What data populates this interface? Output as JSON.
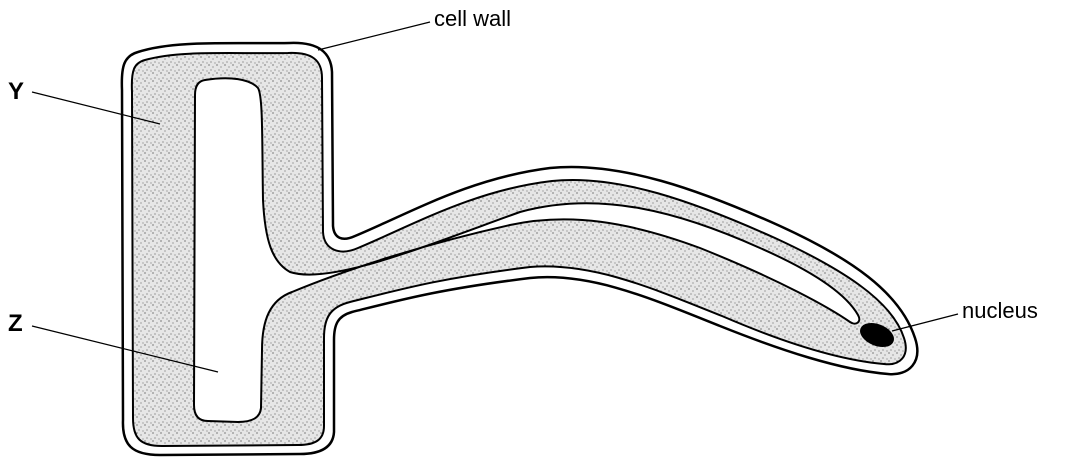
{
  "diagram": {
    "labels": {
      "cell_wall": "cell wall",
      "y": "Y",
      "z": "Z",
      "nucleus": "nucleus"
    },
    "colors": {
      "line": "#000000",
      "cytoplasm": "#d9d9d9",
      "vacuole": "#ffffff",
      "nucleus": "#000000"
    }
  }
}
